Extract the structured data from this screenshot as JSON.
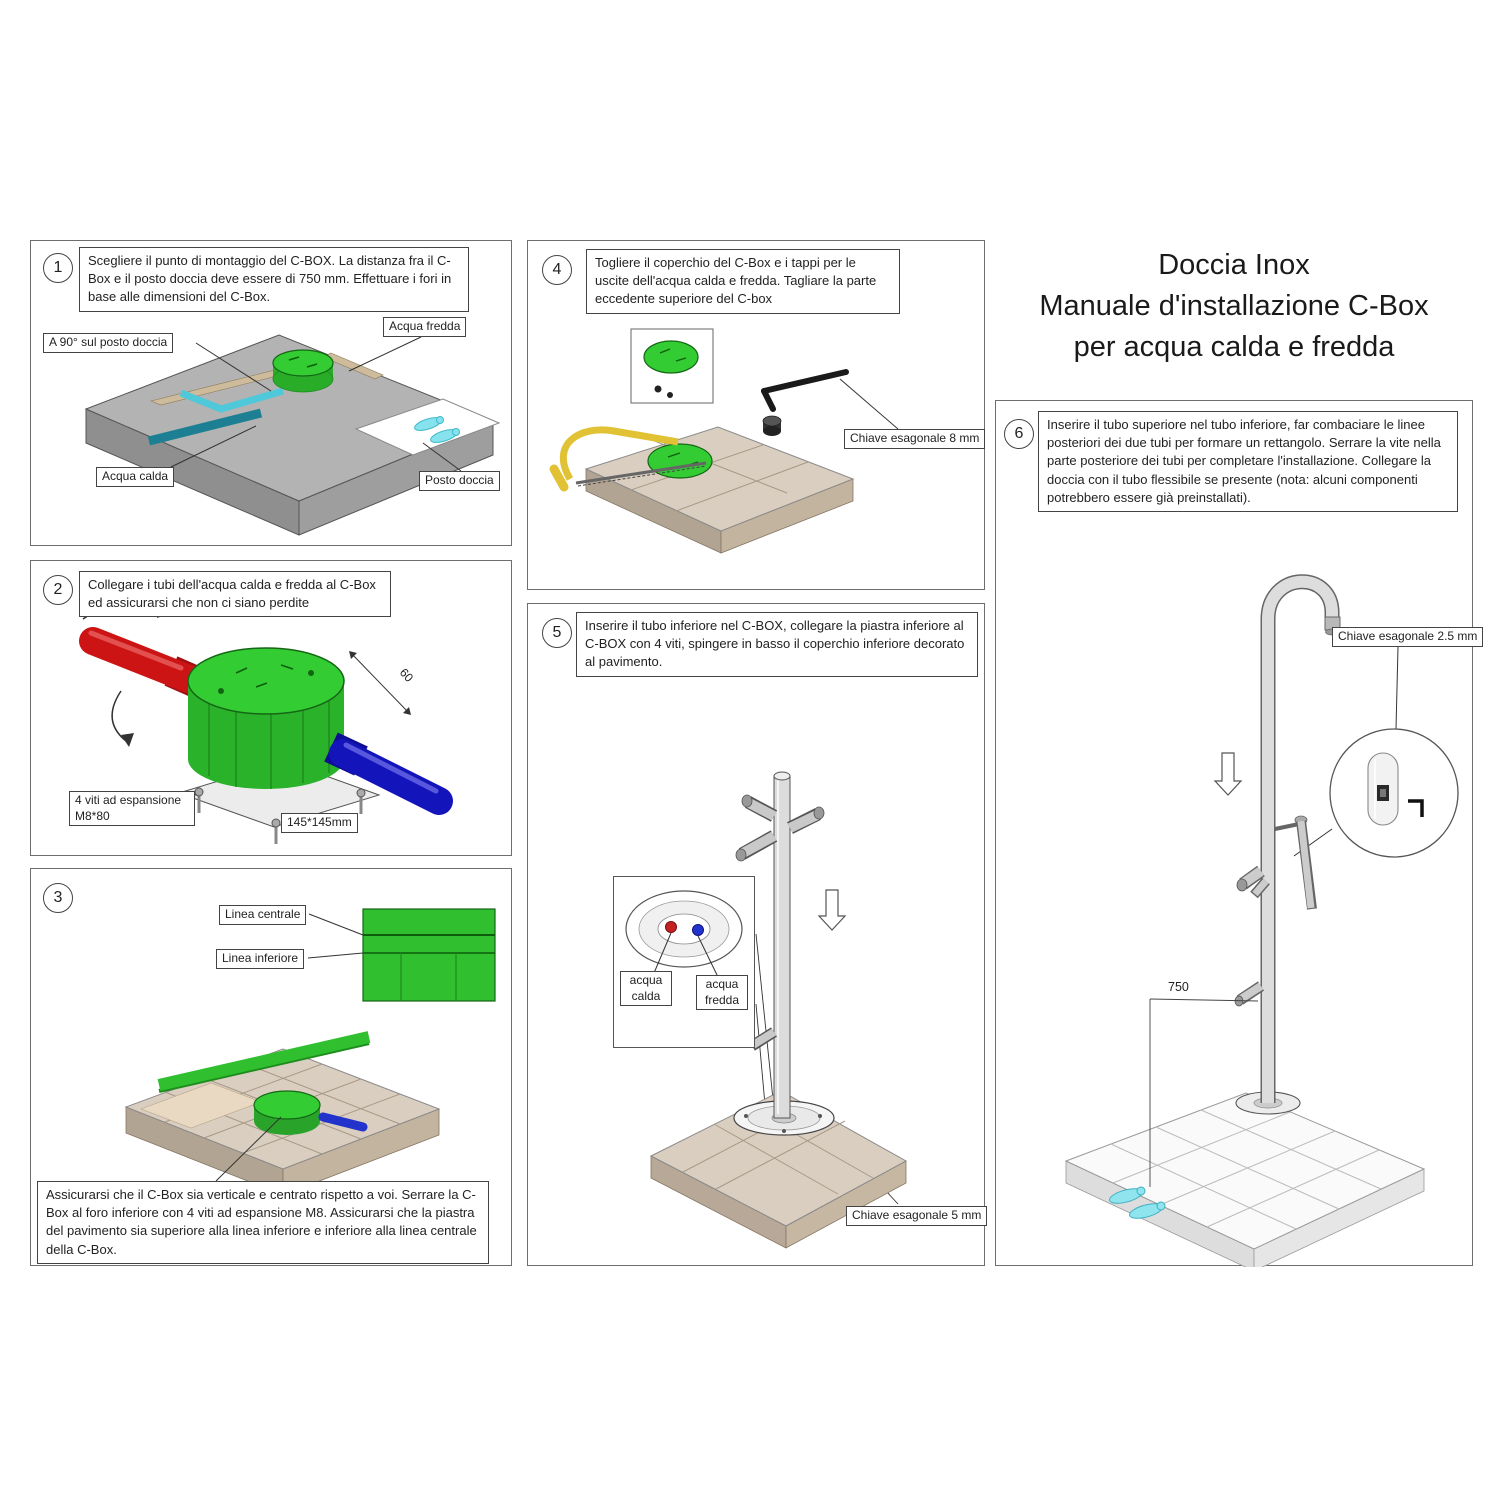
{
  "title": {
    "line1": "Doccia Inox",
    "line2": "Manuale d'installazione C-Box",
    "line3": "per acqua calda e fredda"
  },
  "steps": {
    "s1": {
      "number": "1",
      "instruction": "Scegliere il punto di montaggio del C-BOX. La distanza fra il C-Box e il posto doccia deve essere di 750 mm. Effettuare i fori in base alle dimensioni del C-Box.",
      "labels": {
        "acqua_fredda": "Acqua fredda",
        "a90": "A 90° sul posto doccia",
        "acqua_calda": "Acqua calda",
        "posto_doccia": "Posto doccia"
      }
    },
    "s2": {
      "number": "2",
      "instruction": "Collegare i tubi dell'acqua calda e fredda al C-Box ed assicurarsi che non ci siano perdite",
      "labels": {
        "viti": "4 viti ad espansione M8*80",
        "dim": "145*145mm",
        "d60": "60"
      }
    },
    "s3": {
      "number": "3",
      "instruction": "Assicurarsi che il C-Box sia verticale e centrato rispetto a voi. Serrare la C-Box al foro inferiore con 4 viti ad espansione M8. Assicurarsi che la piastra del pavimento sia superiore alla linea inferiore e inferiore alla linea centrale della C-Box.",
      "labels": {
        "linea_centrale": "Linea centrale",
        "linea_inferiore": "Linea inferiore"
      }
    },
    "s4": {
      "number": "4",
      "instruction": "Togliere il coperchio del C-Box e i tappi per le uscite dell'acqua calda e fredda. Tagliare la parte eccedente superiore del C-box",
      "labels": {
        "chiave": "Chiave esagonale 8 mm"
      }
    },
    "s5": {
      "number": "5",
      "instruction": "Inserire il tubo inferiore nel C-BOX, collegare la piastra inferiore al C-BOX con 4 viti, spingere in basso il coperchio inferiore decorato al pavimento.",
      "labels": {
        "acqua_calda": "acqua calda",
        "acqua_fredda": "acqua fredda",
        "chiave": "Chiave esagonale 5 mm"
      }
    },
    "s6": {
      "number": "6",
      "instruction": "Inserire il tubo superiore nel tubo inferiore, far combaciare le linee posteriori dei due tubi per formare un rettangolo. Serrare la vite nella parte posteriore dei tubi per completare l'installazione. Collegare la doccia con il tubo flessibile se presente (nota: alcuni componenti potrebbero essere già preinstallati).",
      "labels": {
        "chiave": "Chiave esagonale 2.5 mm",
        "dim750": "750"
      }
    }
  },
  "colors": {
    "cbox_green": "#33cc33",
    "hot_red": "#cc1414",
    "cold_blue": "#1414bb",
    "water_cyan": "#7fdde8",
    "tile_tan": "#d9cec0"
  }
}
